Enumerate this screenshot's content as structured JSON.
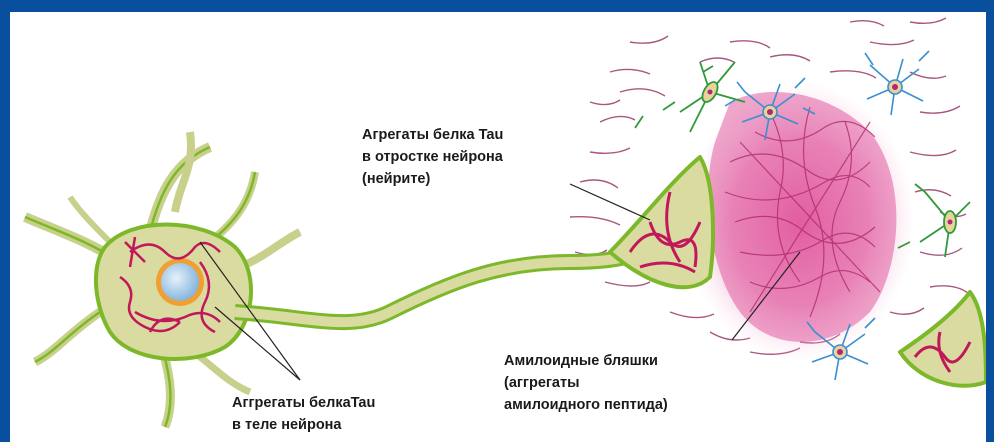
{
  "labels": {
    "tau_neurite": {
      "lines": [
        "Агрегаты белка Tau",
        "в отростке нейрона",
        "(нейрите)"
      ]
    },
    "amyloid": {
      "lines": [
        "Амилоидные бляшки",
        "(аггрегаты",
        "амилоидного пептида)"
      ]
    },
    "tau_body": {
      "lines": [
        "Аггрегаты белкаTau",
        "в теле нейрона"
      ]
    }
  },
  "colors": {
    "frame": "#0a4f9e",
    "neuron_fill": "#d9dba0",
    "neuron_edge": "#7cb82a",
    "nucleus": "#a9cbe8",
    "nucleus_ring": "#f0a030",
    "tau": "#c0185a",
    "plaque": "#e36aa6",
    "fibers": "#8a2a5a",
    "microglia": "#3a8fd0",
    "astrocyte": "#2e9a3a"
  }
}
